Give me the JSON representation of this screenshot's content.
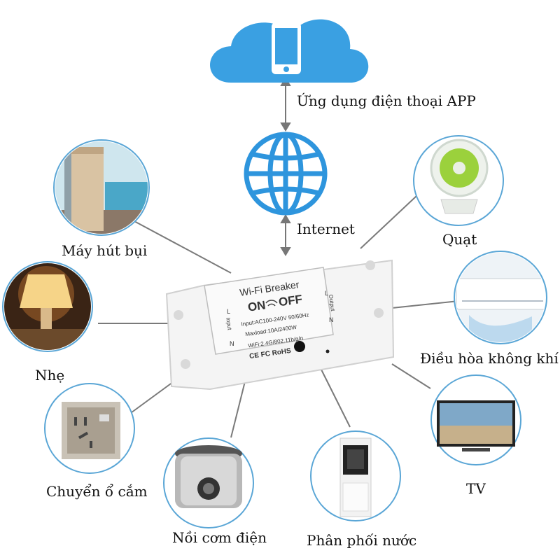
{
  "labels": {
    "app": "Ứng dụng điện thoại APP",
    "internet": "Internet",
    "vacuum": "Máy hút bụi",
    "fan": "Quạt",
    "light": "Nhẹ",
    "aircon": "Điều hòa không khí",
    "socket": "Chuyển ổ cắm",
    "tv": "TV",
    "cooker": "Nồi cơm điện",
    "water": "Phân phối nước"
  },
  "device": {
    "title": "Wi-Fi Breaker",
    "on": "ON",
    "off": "OFF",
    "input_spec": "Input:AC100-240V 50/60Hz",
    "maxload": "Maxload:10A/2400W",
    "wifi": "WiFi:2.4G/802.11b/g/n",
    "marks": "CE FC RoHS",
    "input": "Input",
    "output": "Output",
    "l": "L",
    "n": "N"
  },
  "colors": {
    "accent": "#3a9fe0",
    "ring": "#5aa6d6",
    "line": "#777777"
  }
}
